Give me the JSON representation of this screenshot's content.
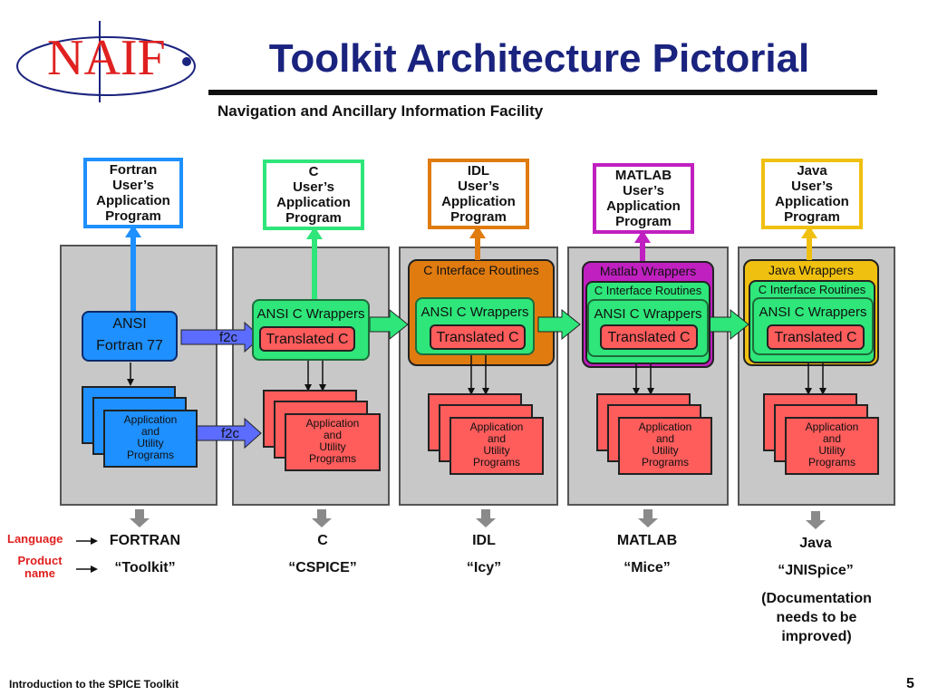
{
  "header": {
    "logo_text": "NAIF",
    "title": "Toolkit Architecture Pictorial",
    "subtitle": "Navigation and Ancillary Information Facility"
  },
  "colors": {
    "fortran": "#1e90ff",
    "c": "#2ee67a",
    "idl": "#e07b10",
    "matlab": "#c020c0",
    "java": "#f0c010",
    "translated": "#ff5c5c"
  },
  "columns": [
    {
      "id": "fortran",
      "app_lines": [
        "Fortran",
        "User’s",
        "Application",
        "Program"
      ],
      "language": "FORTRAN",
      "product": "“Toolkit”"
    },
    {
      "id": "c",
      "app_lines": [
        "C",
        "User’s",
        "Application",
        "Program"
      ],
      "language": "C",
      "product": "“CSPICE”"
    },
    {
      "id": "idl",
      "app_lines": [
        "IDL",
        "User’s",
        "Application",
        "Program"
      ],
      "language": "IDL",
      "product": "“Icy”"
    },
    {
      "id": "matlab",
      "app_lines": [
        "MATLAB",
        "User’s",
        "Application",
        "Program"
      ],
      "language": "MATLAB",
      "product": "“Mice”"
    },
    {
      "id": "java",
      "app_lines": [
        "Java",
        "User’s",
        "Application",
        "Program"
      ],
      "language": "Java",
      "product": "“JNISpice”"
    }
  ],
  "labels": {
    "ansi_line1": "ANSI",
    "ansi_line2": "Fortran 77",
    "f2c": "f2c",
    "ansi_c_wrappers": "ANSI C Wrappers",
    "translated_c": "Translated C",
    "c_interface_routines": "C Interface Routines",
    "matlab_wrappers": "Matlab Wrappers",
    "java_wrappers": "Java Wrappers",
    "app_util": [
      "Application",
      "and",
      "Utility",
      "Programs"
    ],
    "language_label": "Language",
    "product_label_1": "Product",
    "product_label_2": "name",
    "java_note": [
      "(Documentation",
      "needs to be",
      "improved)"
    ]
  },
  "footer": {
    "text": "Introduction to the SPICE Toolkit",
    "page": "5"
  }
}
